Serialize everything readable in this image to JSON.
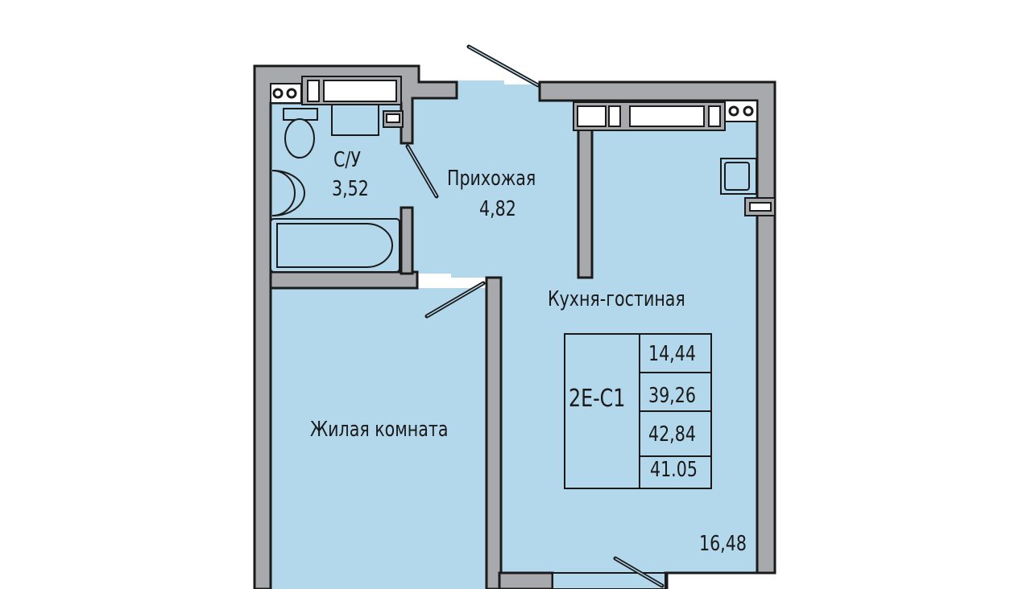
{
  "colors": {
    "wall": "#a7a9ac",
    "room": "#b3d7eb",
    "outline": "#1a1a1a"
  },
  "rooms": {
    "bathroom": {
      "name": "С/У",
      "area": "3,52"
    },
    "hallway": {
      "name": "Прихожая",
      "area": "4,82"
    },
    "kitchen_living": {
      "name": "Кухня-гостиная",
      "area": "16,48"
    },
    "living_room": {
      "name": "Жилая комната"
    }
  },
  "summary": {
    "type": "2E-C1",
    "values": [
      "14,44",
      "39,26",
      "42,84",
      "41.05"
    ]
  }
}
